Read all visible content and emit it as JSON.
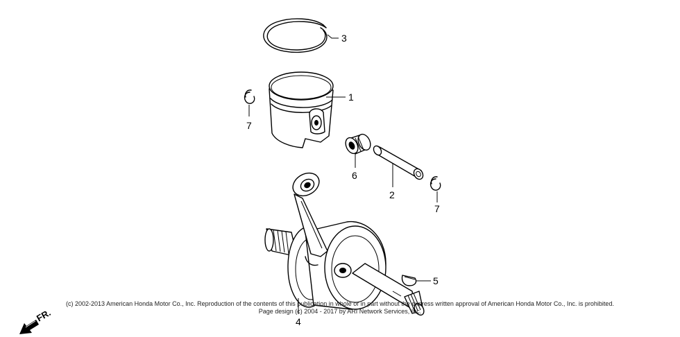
{
  "callouts": {
    "piston": "1",
    "piston_pin": "2",
    "ring_set": "3",
    "crankshaft": "4",
    "woodruff_key": "5",
    "needle_bearing": "6",
    "pin_clip_left": "7",
    "pin_clip_right": "7"
  },
  "front_marker": "FR.",
  "copyright": {
    "line1": "(c) 2002-2013 American Honda Motor Co., Inc. Reproduction of the contents of this publication in whole or in part without the express written approval of American Honda Motor Co., Inc. is prohibited.",
    "line2": "Page design (c) 2004 - 2017 by ARI Network Services, Inc."
  }
}
